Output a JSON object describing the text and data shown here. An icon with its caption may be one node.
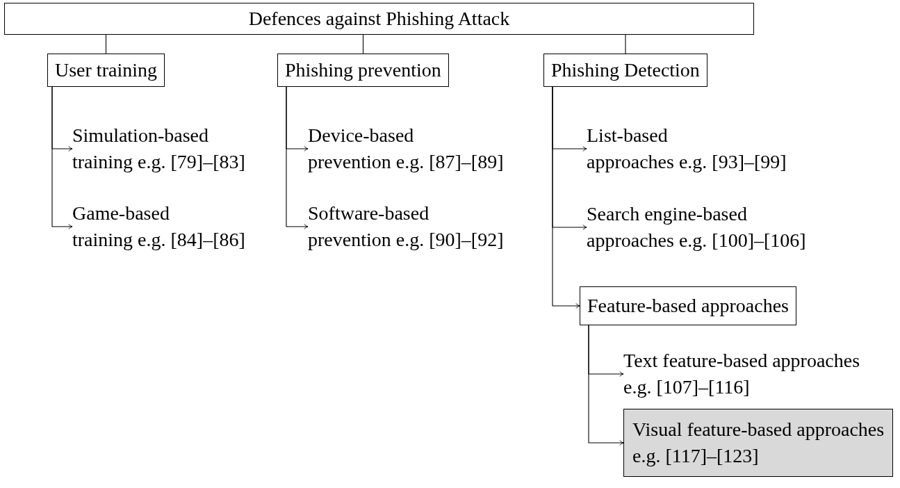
{
  "diagram": {
    "nodes": [
      {
        "text": [
          "Defences against Phishing Attack"
        ]
      },
      {
        "text": [
          "User training"
        ]
      },
      {
        "text": [
          "Phishing prevention"
        ]
      },
      {
        "text": [
          "Phishing Detection"
        ]
      },
      {
        "text": [
          "Simulation-based training e.g. [79]–[83]"
        ]
      },
      {
        "text": [
          "Game-based training e.g. [84]–[86]"
        ]
      },
      {
        "text": [
          "Device-based prevention e.g. [87]–[89]"
        ]
      },
      {
        "text": [
          "Software-based prevention e.g. [90]–[92]"
        ]
      },
      {
        "text": [
          "List-based approaches e.g. [93]–[99]"
        ]
      },
      {
        "text": [
          "Search engine-based approaches e.g. [100]–[106]"
        ]
      },
      {
        "text": [
          "Feature-based approaches"
        ]
      },
      {
        "text": [
          "Text feature-based approaches e.g. [107]–[116]"
        ]
      },
      {
        "text": [
          "Visual feature-based approaches e.g. [117]–[123]"
        ]
      }
    ],
    "edges": [
      {
        "from": 0,
        "to": 1,
        "arrow": "none"
      },
      {
        "from": 0,
        "to": 2,
        "arrow": "none"
      },
      {
        "from": 0,
        "to": 3,
        "arrow": "none"
      },
      {
        "from": 1,
        "to": 4,
        "arrow": "to"
      },
      {
        "from": 1,
        "to": 5,
        "arrow": "to"
      },
      {
        "from": 2,
        "to": 6,
        "arrow": "to"
      },
      {
        "from": 2,
        "to": 7,
        "arrow": "to"
      },
      {
        "from": 3,
        "to": 8,
        "arrow": "to"
      },
      {
        "from": 3,
        "to": 9,
        "arrow": "to"
      },
      {
        "from": 3,
        "to": 10,
        "arrow": "to"
      },
      {
        "from": 10,
        "to": 11,
        "arrow": "to"
      },
      {
        "from": 10,
        "to": 12,
        "arrow": "to"
      }
    ]
  }
}
